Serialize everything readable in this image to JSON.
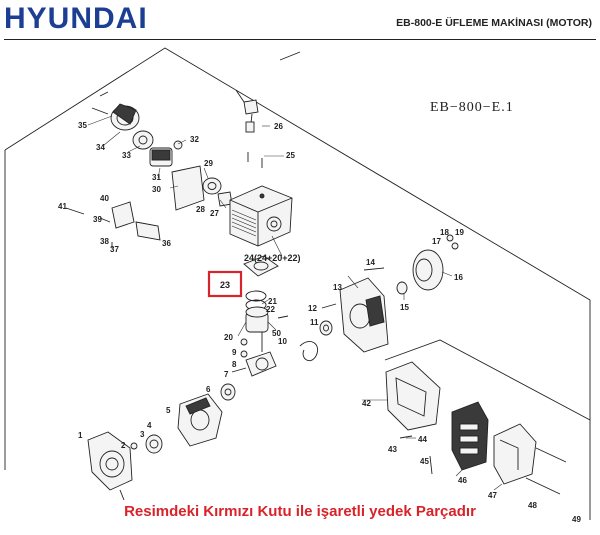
{
  "header": {
    "brand": "HYUNDAI",
    "title": "EB-800-E ÜFLEME MAKİNASI (MOTOR)"
  },
  "diagram": {
    "code": "EB−800−E.1",
    "group_label": "24(24+20+22)",
    "highlighted_part": "23",
    "highlight_color": "#d8232a",
    "parts": [
      "1",
      "2",
      "3",
      "4",
      "5",
      "6",
      "7",
      "8",
      "9",
      "10",
      "11",
      "12",
      "13",
      "14",
      "15",
      "16",
      "17",
      "18",
      "19",
      "20",
      "21",
      "22",
      "23",
      "25",
      "26",
      "27",
      "28",
      "29",
      "30",
      "31",
      "32",
      "33",
      "34",
      "35",
      "36",
      "37",
      "38",
      "39",
      "40",
      "41",
      "42",
      "43",
      "44",
      "45",
      "46",
      "47",
      "48",
      "49",
      "50"
    ]
  },
  "footer": {
    "caption": "Resimdeki Kırmızı Kutu ile işaretli yedek Parçadır"
  }
}
